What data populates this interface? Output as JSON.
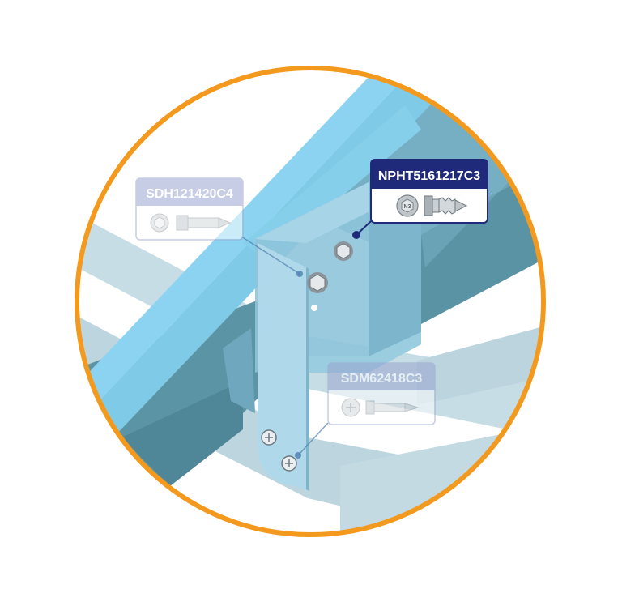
{
  "colors": {
    "ring": "#F39A1E",
    "beam_light": "#7ECFEF",
    "beam_dark": "#5A93A3",
    "plate": "#B5DCEB",
    "callout_active": "#1F2A7A",
    "callout_inactive": "#9AA5D0"
  },
  "callouts": {
    "active": {
      "label": "NPHT5161217C3",
      "icon": "hex-nut-head-screw-icon",
      "badge": "N3"
    },
    "left": {
      "label": "SDH121420C4",
      "icon": "hex-head-self-drilling-screw-icon"
    },
    "bottom": {
      "label": "SDM62418C3",
      "icon": "phillips-self-drilling-screw-icon"
    }
  }
}
